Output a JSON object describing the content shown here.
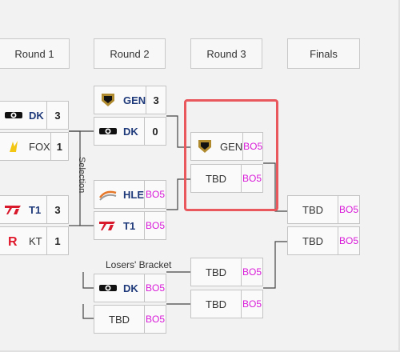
{
  "rounds": [
    "Round 1",
    "Round 2",
    "Round 3",
    "Finals"
  ],
  "labels": {
    "selection": "Selection",
    "losers_bracket": "Losers' Bracket"
  },
  "round1": [
    {
      "name": "DK",
      "score": "3"
    },
    {
      "name": "FOX",
      "score": "1"
    },
    {
      "name": "T1",
      "score": "3"
    },
    {
      "name": "KT",
      "score": "1"
    }
  ],
  "round2": [
    {
      "name": "GEN",
      "score": "3"
    },
    {
      "name": "DK",
      "score": "0"
    },
    {
      "name": "HLE",
      "score": "BO5"
    },
    {
      "name": "T1",
      "score": "BO5"
    }
  ],
  "losers": [
    {
      "name": "DK",
      "score": "BO5"
    },
    {
      "name": "TBD",
      "score": "BO5"
    }
  ],
  "round3": [
    {
      "name": "GEN",
      "score": "BO5"
    },
    {
      "name": "TBD",
      "score": "BO5"
    },
    {
      "name": "TBD",
      "score": "BO5"
    },
    {
      "name": "TBD",
      "score": "BO5"
    }
  ],
  "finals": [
    {
      "name": "TBD",
      "score": "BO5"
    },
    {
      "name": "TBD",
      "score": "BO5"
    }
  ],
  "colors": {
    "highlight": "#e8585d",
    "bo5": "#d81ad8",
    "team_text": "#1f3a7a"
  }
}
